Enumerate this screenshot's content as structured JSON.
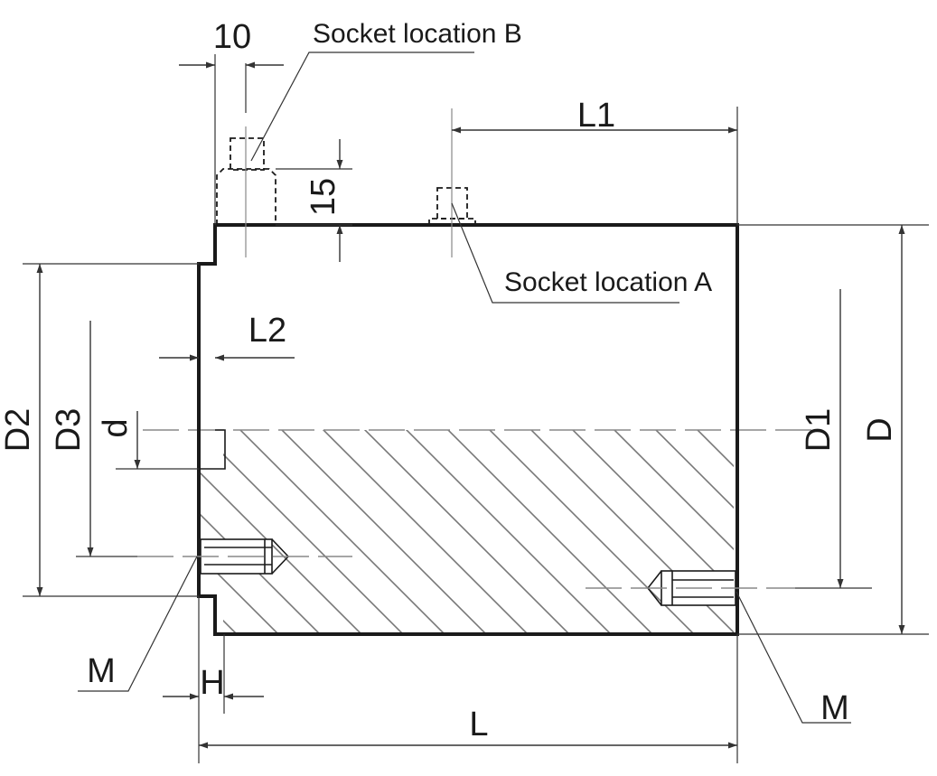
{
  "dimensions": {
    "ten": "10",
    "fifteen": "15",
    "L": "L",
    "L1": "L1",
    "L2": "L2",
    "H": "H",
    "D": "D",
    "D1": "D1",
    "D2": "D2",
    "D3": "D3",
    "d": "d"
  },
  "callouts": {
    "socket_b": "Socket location B",
    "socket_a": "Socket location A",
    "m_left": "M",
    "m_right": "M"
  },
  "colors": {
    "outline": "#1a1a1a",
    "dim_line": "#333333",
    "hatch": "#777777",
    "centerline": "#888888"
  }
}
